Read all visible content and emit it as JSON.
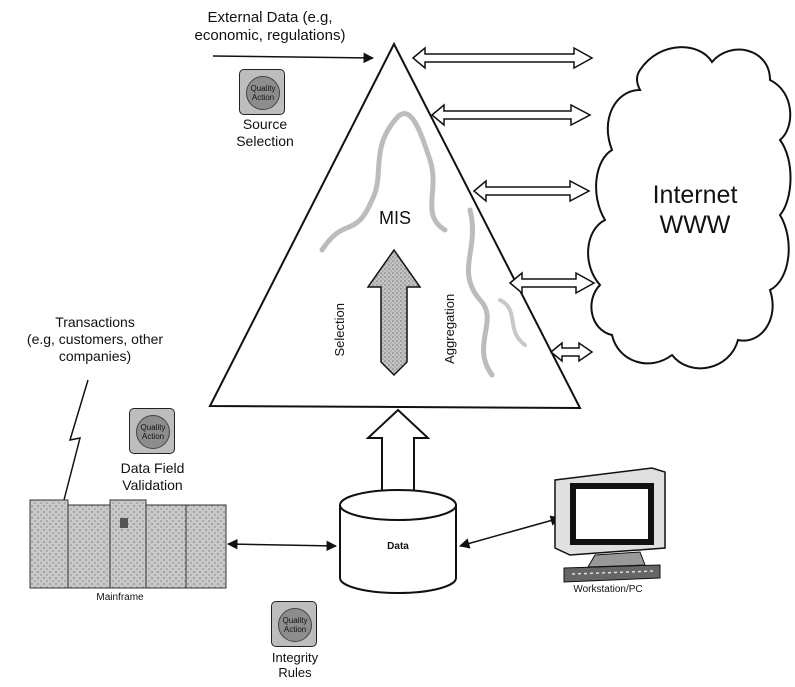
{
  "labels": {
    "external_data": [
      "External Data (e.g,",
      "economic, regulations)"
    ],
    "source_selection": [
      "Source",
      "Selection"
    ],
    "mis": "MIS",
    "selection": "Selection",
    "aggregation": "Aggregation",
    "internet": [
      "Internet",
      "WWW"
    ],
    "transactions": [
      "Transactions",
      "(e.g, customers, other",
      "companies)"
    ],
    "data_field_validation": [
      "Data Field",
      "Validation"
    ],
    "mainframe": "Mainframe",
    "data": "Data",
    "workstation": "Workstation/PC",
    "integrity_rules": [
      "Integrity",
      "Rules"
    ]
  },
  "badge": [
    "Quality",
    "Action"
  ],
  "colors": {
    "stroke": "#111111",
    "badge_fill": "#bdbdbd",
    "badge_circle": "#8d8d8d",
    "mainframe_fill": "#c8c8c8"
  }
}
